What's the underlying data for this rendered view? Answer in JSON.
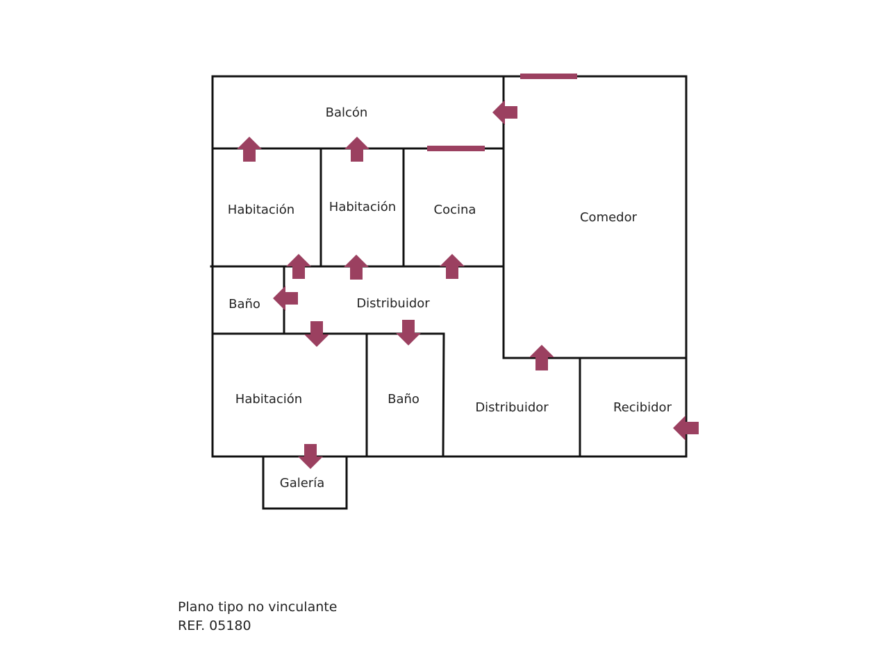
{
  "colors": {
    "wall": "#111111",
    "accent": "#9b4060",
    "text": "#222222"
  },
  "rooms": [
    {
      "id": "balcon",
      "label": "Balcón"
    },
    {
      "id": "habitacion-1",
      "label": "Habitación"
    },
    {
      "id": "habitacion-2",
      "label": "Habitación"
    },
    {
      "id": "cocina",
      "label": "Cocina"
    },
    {
      "id": "comedor",
      "label": "Comedor"
    },
    {
      "id": "bano-1",
      "label": "Baño"
    },
    {
      "id": "distribuidor-1",
      "label": "Distribuidor"
    },
    {
      "id": "habitacion-3",
      "label": "Habitación"
    },
    {
      "id": "bano-2",
      "label": "Baño"
    },
    {
      "id": "distribuidor-2",
      "label": "Distribuidor"
    },
    {
      "id": "recibidor",
      "label": "Recibidor"
    },
    {
      "id": "galeria",
      "label": "Galería"
    }
  ],
  "caption": {
    "line1": "Plano tipo no vinculante",
    "line2": "REF. 05180"
  }
}
